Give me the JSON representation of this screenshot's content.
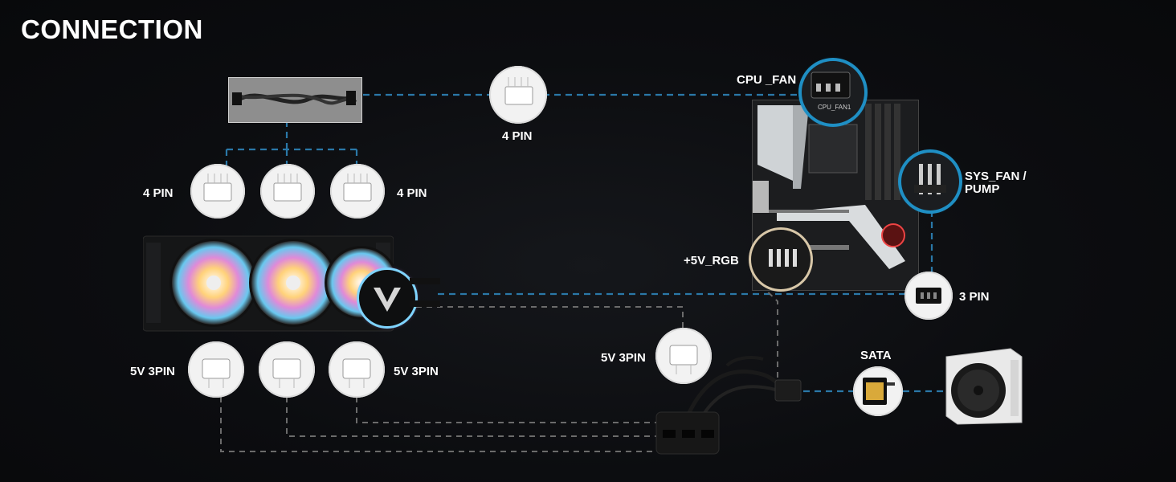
{
  "title": "CONNECTION",
  "labels": {
    "pwm_hub_4pin": "4 PIN",
    "fan_4pin_left": "4 PIN",
    "fan_4pin_right": "4 PIN",
    "argb_left": "5V 3PIN",
    "argb_right": "5V 3PIN",
    "argb_hub": "5V 3PIN",
    "cpu_fan": "CPU _FAN",
    "sys_fan_line1": "SYS_FAN /",
    "sys_fan_line2": "PUMP",
    "rgb_header": "+5V_RGB",
    "pump_3pin": "3 PIN",
    "sata": "SATA"
  },
  "board_marks": {
    "cpu_fan_silk": "CPU_FAN1"
  },
  "colors": {
    "background": "#0b0c0e",
    "dashed_blue": "#2a78a8",
    "dashed_grey": "#6b6b6b",
    "callout_ring": "#1f8fc4"
  }
}
